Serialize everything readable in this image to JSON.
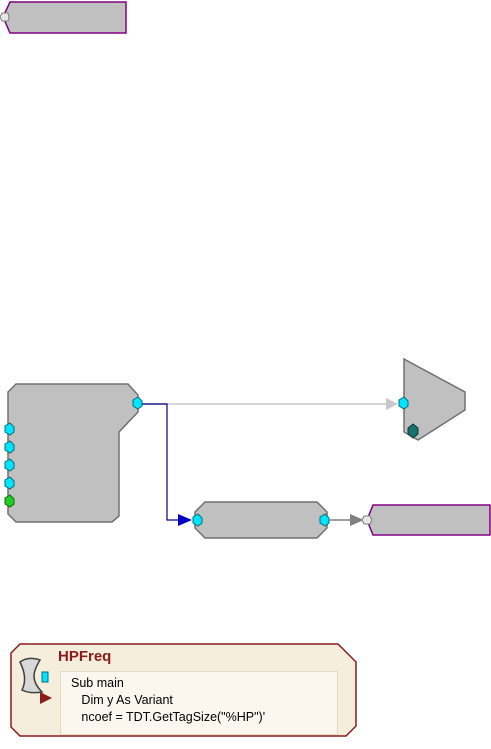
{
  "script": {
    "title": "HPFreq",
    "lines": [
      "Sub main",
      "   Dim y As Variant",
      "   ncoef = TDT.GetTagSize(\"%HP\")'"
    ]
  },
  "colors": {
    "component_fill": "#c0c0c0",
    "component_border": "#707070",
    "tag_border": "#800080",
    "port_cyan": "#00e5ff",
    "port_green": "#22cc22",
    "port_teal": "#1a6f6f",
    "wire_blue": "#000080",
    "wire_gray": "#c8c8c8",
    "wire_dark_gray": "#808080",
    "script_border": "#8a1c1c",
    "script_fill": "#f5eedd"
  }
}
